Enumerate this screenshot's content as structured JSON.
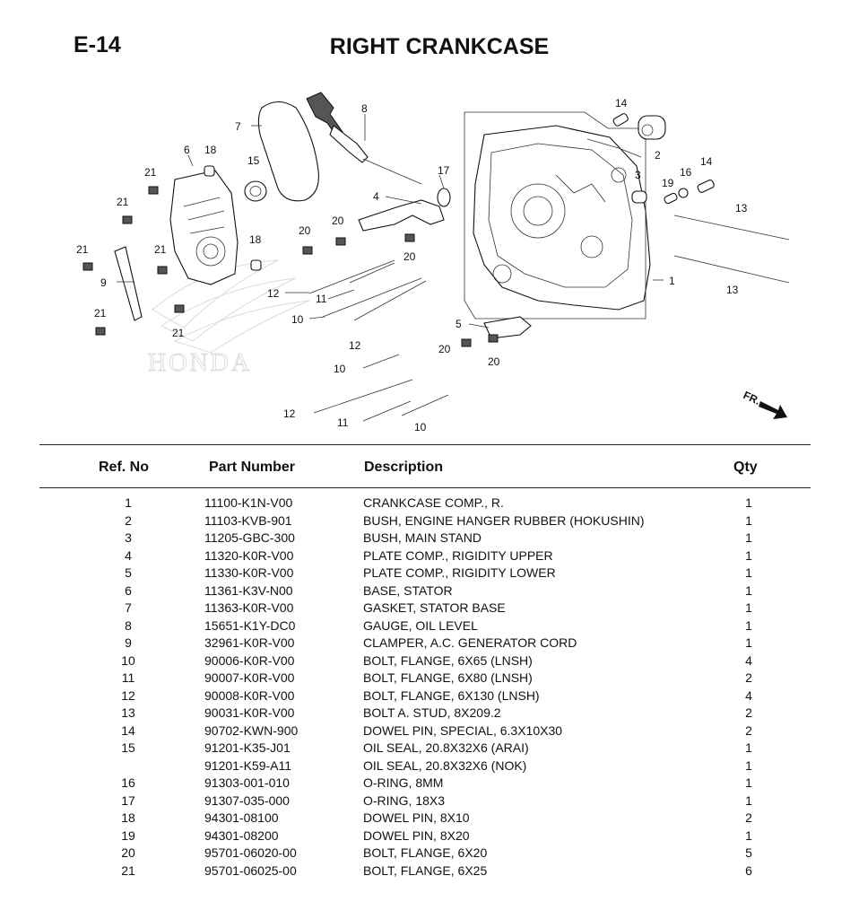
{
  "page": {
    "code": "E-14",
    "title": "RIGHT CRANKCASE"
  },
  "diagram": {
    "callouts": [
      "1",
      "2",
      "3",
      "4",
      "5",
      "6",
      "7",
      "8",
      "9",
      "10",
      "11",
      "12",
      "13",
      "14",
      "15",
      "16",
      "17",
      "18",
      "19",
      "20",
      "21"
    ],
    "front_label": "FR.",
    "watermark_text": "HONDA"
  },
  "table": {
    "headers": {
      "ref": "Ref. No",
      "part": "Part Number",
      "desc": "Description",
      "qty": "Qty"
    },
    "rows": [
      {
        "ref": "1",
        "part": "11100-K1N-V00",
        "desc": "CRANKCASE COMP., R.",
        "qty": "1"
      },
      {
        "ref": "2",
        "part": "11103-KVB-901",
        "desc": "BUSH, ENGINE HANGER RUBBER (HOKUSHIN)",
        "qty": "1"
      },
      {
        "ref": "3",
        "part": "11205-GBC-300",
        "desc": "BUSH, MAIN STAND",
        "qty": "1"
      },
      {
        "ref": "4",
        "part": "11320-K0R-V00",
        "desc": "PLATE COMP., RIGIDITY UPPER",
        "qty": "1"
      },
      {
        "ref": "5",
        "part": "11330-K0R-V00",
        "desc": "PLATE COMP., RIGIDITY LOWER",
        "qty": "1"
      },
      {
        "ref": "6",
        "part": "11361-K3V-N00",
        "desc": "BASE, STATOR",
        "qty": "1"
      },
      {
        "ref": "7",
        "part": "11363-K0R-V00",
        "desc": "GASKET, STATOR BASE",
        "qty": "1"
      },
      {
        "ref": "8",
        "part": "15651-K1Y-DC0",
        "desc": "GAUGE, OIL LEVEL",
        "qty": "1"
      },
      {
        "ref": "9",
        "part": "32961-K0R-V00",
        "desc": "CLAMPER, A.C. GENERATOR CORD",
        "qty": "1"
      },
      {
        "ref": "10",
        "part": "90006-K0R-V00",
        "desc": "BOLT, FLANGE, 6X65 (LNSH)",
        "qty": "4"
      },
      {
        "ref": "11",
        "part": "90007-K0R-V00",
        "desc": "BOLT, FLANGE, 6X80 (LNSH)",
        "qty": "2"
      },
      {
        "ref": "12",
        "part": "90008-K0R-V00",
        "desc": "BOLT, FLANGE, 6X130 (LNSH)",
        "qty": "4"
      },
      {
        "ref": "13",
        "part": "90031-K0R-V00",
        "desc": "BOLT A. STUD, 8X209.2",
        "qty": "2"
      },
      {
        "ref": "14",
        "part": "90702-KWN-900",
        "desc": "DOWEL PIN, SPECIAL, 6.3X10X30",
        "qty": "2"
      },
      {
        "ref": "15",
        "part": "91201-K35-J01",
        "desc": "OIL SEAL, 20.8X32X6 (ARAI)",
        "qty": "1"
      },
      {
        "ref": "",
        "part": "91201-K59-A11",
        "desc": "OIL SEAL, 20.8X32X6 (NOK)",
        "qty": "1"
      },
      {
        "ref": "16",
        "part": "91303-001-010",
        "desc": "O-RING, 8MM",
        "qty": "1"
      },
      {
        "ref": "17",
        "part": "91307-035-000",
        "desc": "O-RING, 18X3",
        "qty": "1"
      },
      {
        "ref": "18",
        "part": "94301-08100",
        "desc": "DOWEL PIN, 8X10",
        "qty": "2"
      },
      {
        "ref": "19",
        "part": "94301-08200",
        "desc": "DOWEL PIN, 8X20",
        "qty": "1"
      },
      {
        "ref": "20",
        "part": "95701-06020-00",
        "desc": "BOLT, FLANGE, 6X20",
        "qty": "5"
      },
      {
        "ref": "21",
        "part": "95701-06025-00",
        "desc": "BOLT, FLANGE, 6X25",
        "qty": "6"
      }
    ]
  }
}
